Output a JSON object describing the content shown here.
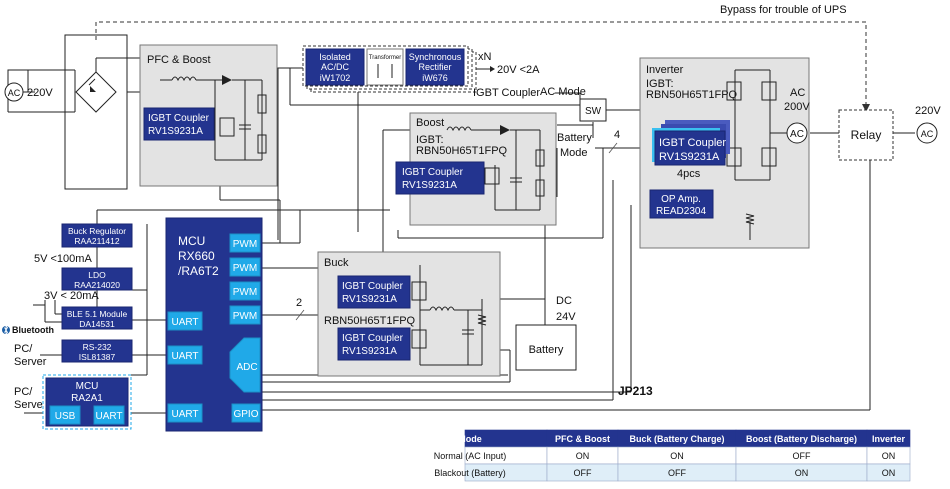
{
  "colors": {
    "navy": "#23348f",
    "cyan": "#20a9e8",
    "gray_block": "#e3e3e3",
    "table_header": "#23348f",
    "table_row_alt": "#dfeef8"
  },
  "labels": {
    "bypass": "Bypass for trouble of UPS",
    "input_voltage": "220V",
    "output_voltage": "220V",
    "ac_symbol": "AC",
    "pfc_title": "PFC & Boost",
    "igbt_coupler_label": "IGBT Coupler",
    "coupler_part": "RV1S9231A",
    "iso_line1": "Isolated",
    "iso_line2": "AC/DC",
    "iso_part": "iW1702",
    "transformer": "Transformer",
    "sync_line1": "Synchronous",
    "sync_line2": "Rectifier",
    "sync_part": "iW676",
    "xn": "xN",
    "aux_out": "20V <2A",
    "igbt_coupler_note": "IGBT Coupler",
    "ac_mode": "AC Mode",
    "sw": "SW",
    "battery_mode_1": "Battery",
    "battery_mode_2": "Mode",
    "boost_title": "Boost",
    "igbt_prefix": "IGBT:",
    "igbt_part": "RBN50H65T1FPQ",
    "inverter_title": "Inverter",
    "inverter_ac": "AC",
    "inverter_v": "200V",
    "four": "4",
    "four_pcs": "4pcs",
    "relay": "Relay",
    "opamp_line1": "OP Amp.",
    "opamp_part": "READ2304",
    "buck_reg_1": "Buck Regulator",
    "buck_reg_2": "RAA211412",
    "rail_5v": "5V <100mA",
    "ldo_1": "LDO",
    "ldo_2": "RAA214020",
    "rail_3v": "3V < 20mA",
    "ble_1": "BLE 5.1 Module",
    "ble_2": "DA14531",
    "bluetooth": "Bluetooth",
    "rs232_1": "RS-232",
    "rs232_2": "ISL81387",
    "pc_server_1": "PC/",
    "pc_server_2": "Server",
    "mcu2_1": "MCU",
    "mcu2_2": "RA2A1",
    "usb": "USB",
    "uart": "UART",
    "mcu_1": "MCU",
    "mcu_2": "RX660",
    "mcu_3": "/RA6T2",
    "pwm": "PWM",
    "adc": "ADC",
    "gpio": "GPIO",
    "two": "2",
    "buck_title": "Buck",
    "dc": "DC",
    "dc_v": "24V",
    "battery": "Battery",
    "jp": "JP213"
  },
  "mode_table": {
    "headers": [
      "Mode",
      "PFC & Boost",
      "Buck (Battery Charge)",
      "Boost (Battery Discharge)",
      "Inverter"
    ],
    "rows": [
      [
        "Normal (AC Input)",
        "ON",
        "ON",
        "OFF",
        "ON"
      ],
      [
        "Blackout (Battery)",
        "OFF",
        "OFF",
        "ON",
        "ON"
      ]
    ]
  }
}
